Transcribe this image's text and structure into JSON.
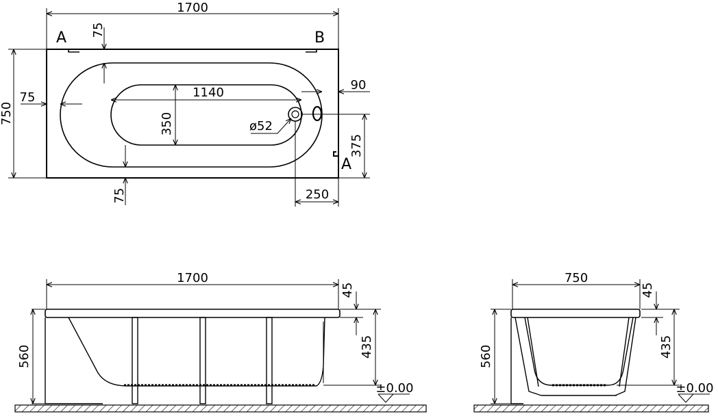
{
  "top_view": {
    "length": "1700",
    "width": "750",
    "rim_75_top": "75",
    "rim_75_left": "75",
    "rim_75_bottom": "75",
    "inner_length": "1140",
    "inner_width": "350",
    "drain": "ø52",
    "overflow_offset": "90",
    "drain_to_center": "375",
    "drain_from_end": "250",
    "section_a": "A",
    "section_b": "B"
  },
  "side_view": {
    "length": "1700",
    "rim_thickness": "45",
    "total_height": "560",
    "inner_depth": "435",
    "floor_level": "±0.00"
  },
  "end_view": {
    "width": "750",
    "rim_thickness": "45",
    "total_height": "560",
    "inner_depth": "435",
    "floor_level": "±0.00"
  }
}
